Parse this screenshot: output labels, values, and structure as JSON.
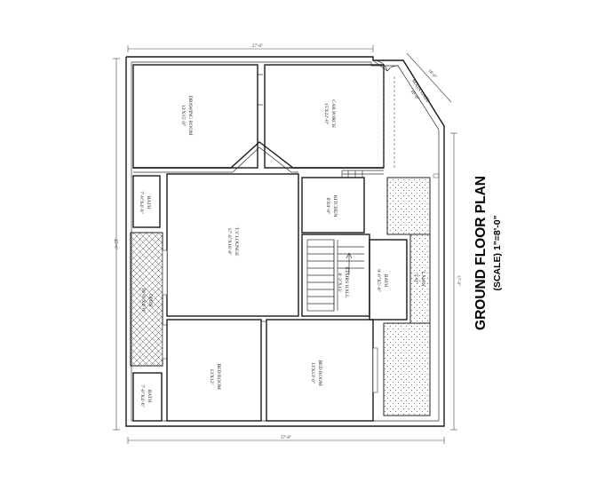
{
  "title": "GROUND FLOOR PLAN",
  "scale": "(SCALE) 1\"=8'-0\"",
  "colors": {
    "line": "#1a1a1a",
    "hatch": "#555555",
    "background": "#ffffff"
  },
  "rooms": {
    "drawing": {
      "name": "DRAWING ROOM",
      "size": "13'X15'-0\""
    },
    "car_porch": {
      "name": "CAR PORCH",
      "size": "15'X22'-0\""
    },
    "main_gate": {
      "name": "MAIN GATE",
      "size": "10'-0\""
    },
    "bath1": {
      "name": "BATH",
      "size": "7'-0\"X4'-6\""
    },
    "kitchen": {
      "name": "KITCHEN",
      "size": "8'X9'-0\""
    },
    "tv_lounge": {
      "name": "T.V LOUNGE",
      "size": "17'-0\"X16'-0\""
    },
    "stairs": {
      "name": "STAIRS HALL",
      "size": "8'-3\"X13'"
    },
    "bath2": {
      "name": "BATH",
      "size": "9'-0\"X5'-0\""
    },
    "lawn": {
      "name": "LAWN",
      "size": "5'-0\""
    },
    "open": {
      "name": "OPEN",
      "size": "16'-0\"X4'-0\""
    },
    "bed1": {
      "name": "BED ROOM",
      "size": "13'X12'"
    },
    "bed2": {
      "name": "BED ROOM",
      "size": "13'X13'-0\""
    },
    "bath3": {
      "name": "BATH",
      "size": "7'-0\"X4'-6\""
    }
  },
  "dimensions": {
    "top": "27'-0\"",
    "bottom": "37'-0\"",
    "left": "45'-0\"",
    "right": "37'-0\"",
    "diag": "18'-0\""
  }
}
